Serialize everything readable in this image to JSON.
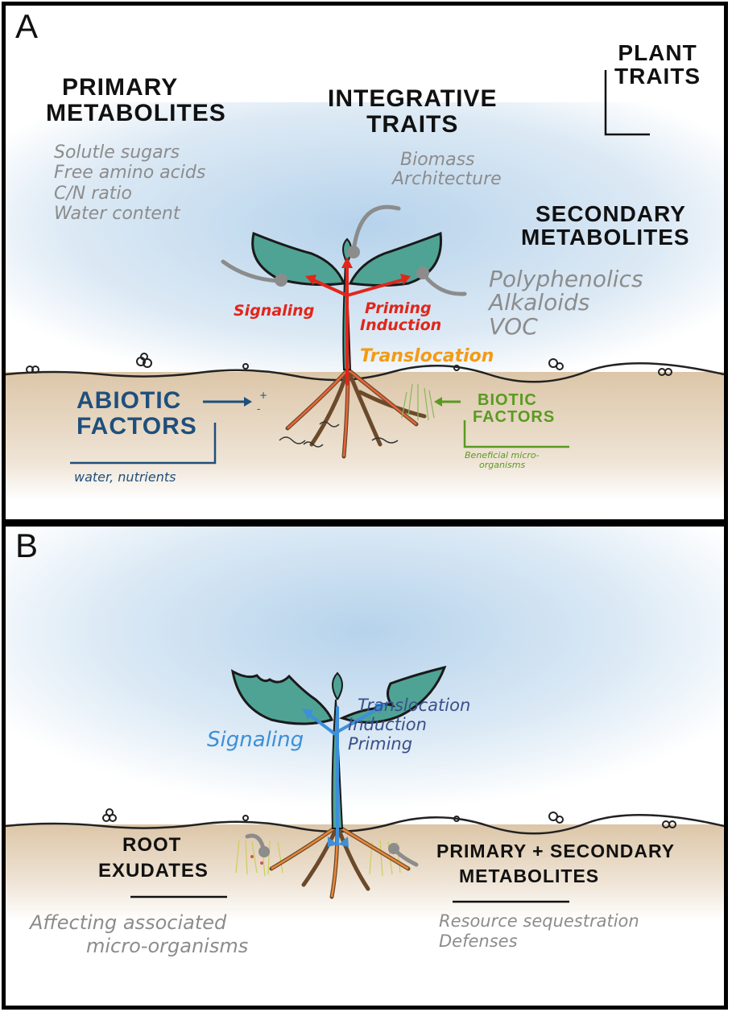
{
  "panel_a": {
    "letter": "A",
    "plant_traits": [
      "PLANT",
      "TRAITS"
    ],
    "primary_metabolites": {
      "title": [
        "PRIMARY",
        "METABOLITES"
      ],
      "items": [
        "Solutle sugars",
        "Free amino acids",
        "C/N ratio",
        "Water content"
      ]
    },
    "integrative_traits": {
      "title": [
        "INTEGRATIVE",
        "TRAITS"
      ],
      "items": [
        "Biomass",
        "Architecture"
      ]
    },
    "secondary_metabolites": {
      "title": [
        "SECONDARY",
        "METABOLITES"
      ],
      "items": [
        "Polyphenolics",
        "Alkaloids",
        "VOC"
      ]
    },
    "signaling": "Signaling",
    "priming_induction": [
      "Priming",
      "Induction"
    ],
    "translocation": "Translocation",
    "abiotic": {
      "title": [
        "ABIOTIC",
        "FACTORS"
      ],
      "sub": "water, nutrients"
    },
    "biotic": {
      "title": [
        "BIOTIC",
        "FACTORS"
      ],
      "sub": [
        "Beneficial micro-",
        "organisms"
      ]
    }
  },
  "panel_b": {
    "letter": "B",
    "signaling": "Signaling",
    "right_labels": [
      "Translocation",
      "Induction",
      "Priming"
    ],
    "root_exudates": {
      "title": [
        "ROOT",
        "EXUDATES"
      ],
      "sub": [
        "Affecting associated",
        "micro-organisms"
      ]
    },
    "prim_sec": {
      "title": [
        "PRIMARY + SECONDARY",
        "METABOLITES"
      ],
      "sub": [
        "Resource sequestration",
        "Defenses"
      ]
    }
  },
  "colors": {
    "red": "#e0261b",
    "orange": "#f39b14",
    "navy": "#1e4f7d",
    "green": "#5a9a22",
    "blue": "#3d8fd8",
    "gray": "#8c8c8c",
    "leaf": "#4fa394"
  }
}
